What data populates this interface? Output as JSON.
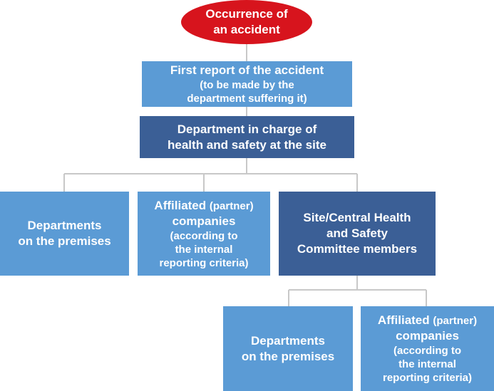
{
  "nodes": {
    "occurrence": [
      "Occurrence of",
      "an accident"
    ],
    "first_report": {
      "title": "First report of the accident",
      "note": [
        "(to be made by the",
        "department suffering it)"
      ]
    },
    "dept_in_charge": [
      "Department in charge of",
      "health and safety at the site"
    ],
    "departments_1": [
      "Departments",
      "on the premises"
    ],
    "affiliated_1": {
      "title": "Affiliated",
      "title_note": "(partner)",
      "line2": "companies",
      "criteria": [
        "(according to",
        "the internal",
        "reporting criteria)"
      ]
    },
    "committee": [
      "Site/Central Health",
      "and Safety",
      "Committee members"
    ],
    "departments_2": [
      "Departments",
      "on the premises"
    ],
    "affiliated_2": {
      "title": "Affiliated",
      "title_note": "(partner)",
      "line2": "companies",
      "criteria": [
        "(according to",
        "the internal",
        "reporting criteria)"
      ]
    }
  },
  "colors": {
    "oval": "#d7141d",
    "light_box": "#5b9bd5",
    "dark_box": "#3b5f96",
    "connector": "#c8c8c8"
  }
}
